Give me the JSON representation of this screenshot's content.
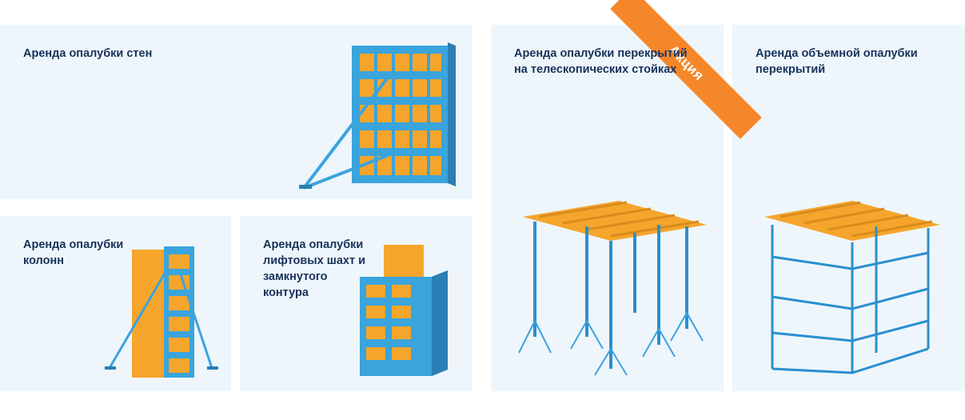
{
  "cards": [
    {
      "title": "Аренда опалубки стен",
      "illustration": "wall-formwork-icon"
    },
    {
      "title": "Аренда опалубки\nколонн",
      "illustration": "column-formwork-icon"
    },
    {
      "title": "Аренда опалубки\nлифтовых шахт и\nзамкнутого\nконтура",
      "illustration": "shaft-formwork-icon"
    },
    {
      "title": "Аренда опалубки перекрытий\nна телескопических стойках",
      "illustration": "telescopic-props-icon",
      "badge": "Акция"
    },
    {
      "title": "Аренда объемной опалубки\nперекрытий",
      "illustration": "volumetric-scaffold-icon"
    }
  ],
  "colors": {
    "card_bg": "#eef6fc",
    "title": "#17325a",
    "panel_blue": "#3aa4dd",
    "panel_orange": "#f5a52b",
    "badge": "#f5872a"
  }
}
